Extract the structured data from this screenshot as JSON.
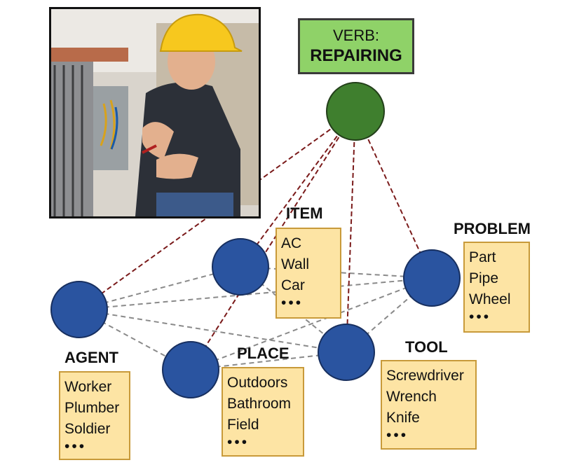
{
  "verb": {
    "prefix": "VERB:",
    "name": "REPAIRING"
  },
  "roles": {
    "item": {
      "label": "ITEM",
      "values": [
        "AC",
        "Wall",
        "Car"
      ],
      "ellipsis": "•••"
    },
    "problem": {
      "label": "PROBLEM",
      "values": [
        "Part",
        "Pipe",
        "Wheel"
      ],
      "ellipsis": "•••"
    },
    "agent": {
      "label": "AGENT",
      "values": [
        "Worker",
        "Plumber",
        "Soldier"
      ],
      "ellipsis": "•••"
    },
    "place": {
      "label": "PLACE",
      "values": [
        "Outdoors",
        "Bathroom",
        "Field"
      ],
      "ellipsis": "•••"
    },
    "tool": {
      "label": "TOOL",
      "values": [
        "Screwdriver",
        "Wrench",
        "Knife"
      ],
      "ellipsis": "•••"
    }
  },
  "colors": {
    "verb_node": "#3f7f2e",
    "role_node": "#2a54a0",
    "verb_edge": "#7a1a1a",
    "role_edge": "#8a8a8a",
    "role_box": "#fde4a4",
    "verb_box": "#8fd268"
  }
}
